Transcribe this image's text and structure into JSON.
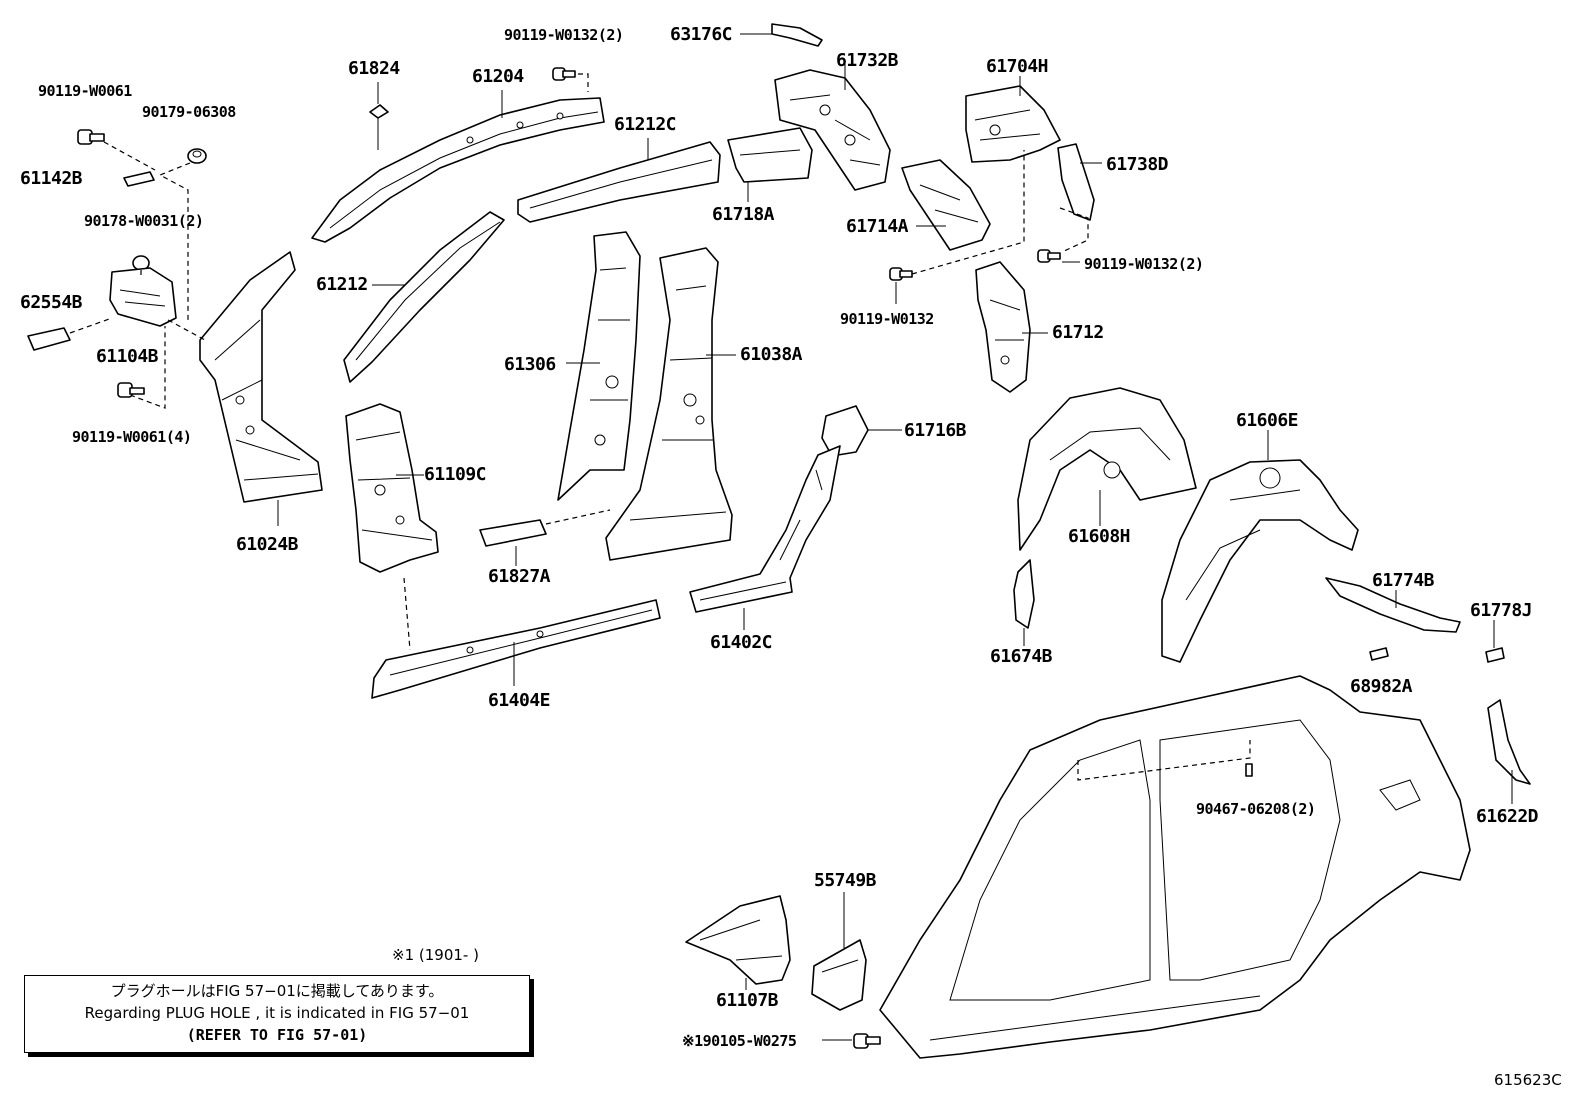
{
  "figure_id": "615623C",
  "date_note": "※1 (1901-     )",
  "note": {
    "line1": "プラグホールはFIG 57−01に掲載してあります。",
    "line2": "Regarding  PLUG  HOLE , it is indicated in FIG  57−01",
    "line3": "(REFER TO FIG 57-01)"
  },
  "labels": {
    "p90119_W0061": "90119-W0061",
    "p90179_06308": "90179-06308",
    "p61142B": "61142B",
    "p90178_W0031": "90178-W0031(2)",
    "p62554B": "62554B",
    "p61104B": "61104B",
    "p90119_W0061_4": "90119-W0061(4)",
    "p61024B": "61024B",
    "p61824": "61824",
    "p90119_W0132_2a": "90119-W0132(2)",
    "p61204": "61204",
    "p61212C": "61212C",
    "p61212": "61212",
    "p63176C": "63176C",
    "p61732B": "61732B",
    "p61718A": "61718A",
    "p61704H": "61704H",
    "p61738D": "61738D",
    "p61714A": "61714A",
    "p90119_W0132_2b": "90119-W0132(2)",
    "p90119_W0132": "90119-W0132",
    "p61712": "61712",
    "p61306": "61306",
    "p61038A": "61038A",
    "p61109C": "61109C",
    "p61827A": "61827A",
    "p61716B": "61716B",
    "p61402C": "61402C",
    "p61404E": "61404E",
    "p61608H": "61608H",
    "p61606E": "61606E",
    "p61674B": "61674B",
    "p61774B": "61774B",
    "p61778J": "61778J",
    "p68982A": "68982A",
    "p90467_06208": "90467-06208(2)",
    "p61622D": "61622D",
    "p55749B": "55749B",
    "p61107B": "61107B",
    "p90105_W0275": "※190105-W0275"
  }
}
